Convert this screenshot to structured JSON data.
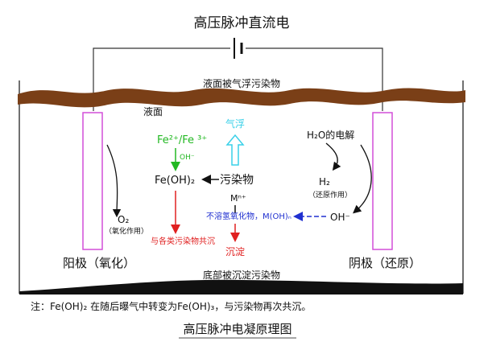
{
  "title": "高压脉冲直流电",
  "labels": {
    "floating_pollutant": "液面被气浮污染物",
    "liquid_surface": "液面",
    "anode": "阳极（氧化）",
    "cathode": "阴极（还原）",
    "bottom_sediment": "底部被沉淀污染物"
  },
  "left_chain": {
    "fe_ions": "Fe²⁺/Fe ³⁺",
    "oh_small": "OH⁻",
    "fe_oh2": "Fe(OH)₂",
    "coprecipitate": "与各类污染物共沉",
    "o2": "O₂",
    "o2_note": "（氧化作用）"
  },
  "middle_chain": {
    "gas_float": "气浮",
    "pollutant": "污染物",
    "metal_ion": "Mⁿ⁺",
    "precipitate": "沉淀"
  },
  "right_chain": {
    "h2o": "H₂O的电解",
    "h2": "H₂",
    "h2_note": "（还原作用）",
    "oh": "OH⁻",
    "insoluble": "不溶氢氧化物，M(OH)ₙ"
  },
  "note": "注：Fe(OH)₂ 在随后曝气中转变为Fe(OH)₃，与污染物再次共沉。",
  "caption": "高压脉冲电凝原理图",
  "colors": {
    "brown_layer": "#7a3f17",
    "sediment": "#111111",
    "electrode": "#d24fd8",
    "green": "#22b822",
    "red": "#e02020",
    "cyan": "#39d0e8",
    "blue": "#2030d0"
  }
}
